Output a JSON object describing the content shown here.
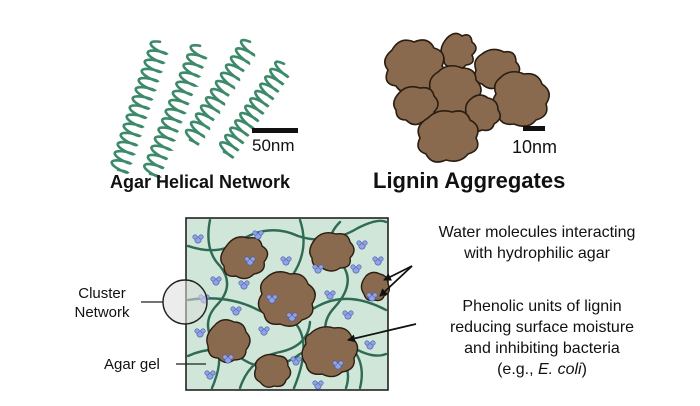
{
  "panels": {
    "agar": {
      "scale_bar": "50nm",
      "title": "Agar Helical Network"
    },
    "lignin": {
      "scale_bar": "10nm",
      "title": "Lignin Aggregates"
    }
  },
  "composite": {
    "water_annotation": [
      "Water molecules interacting",
      "with hydrophilic agar"
    ],
    "phenolic_annotation": [
      "Phenolic units of lignin",
      "reducing surface moisture",
      "and inhibiting bacteria"
    ],
    "ecoli_prefix": "(e.g., ",
    "ecoli_name": "E. coli",
    "ecoli_suffix": ")",
    "cluster_label": [
      "Cluster",
      "Network"
    ],
    "agar_gel_label": "Agar gel"
  },
  "colors": {
    "helix": "#3d8a6a",
    "lignin": "#8a6a4e",
    "lignin_edge": "#2a1d12",
    "gel_bg": "#cfe6d8",
    "gel_strand": "#2f6a55",
    "water": "#8fa3e6"
  }
}
